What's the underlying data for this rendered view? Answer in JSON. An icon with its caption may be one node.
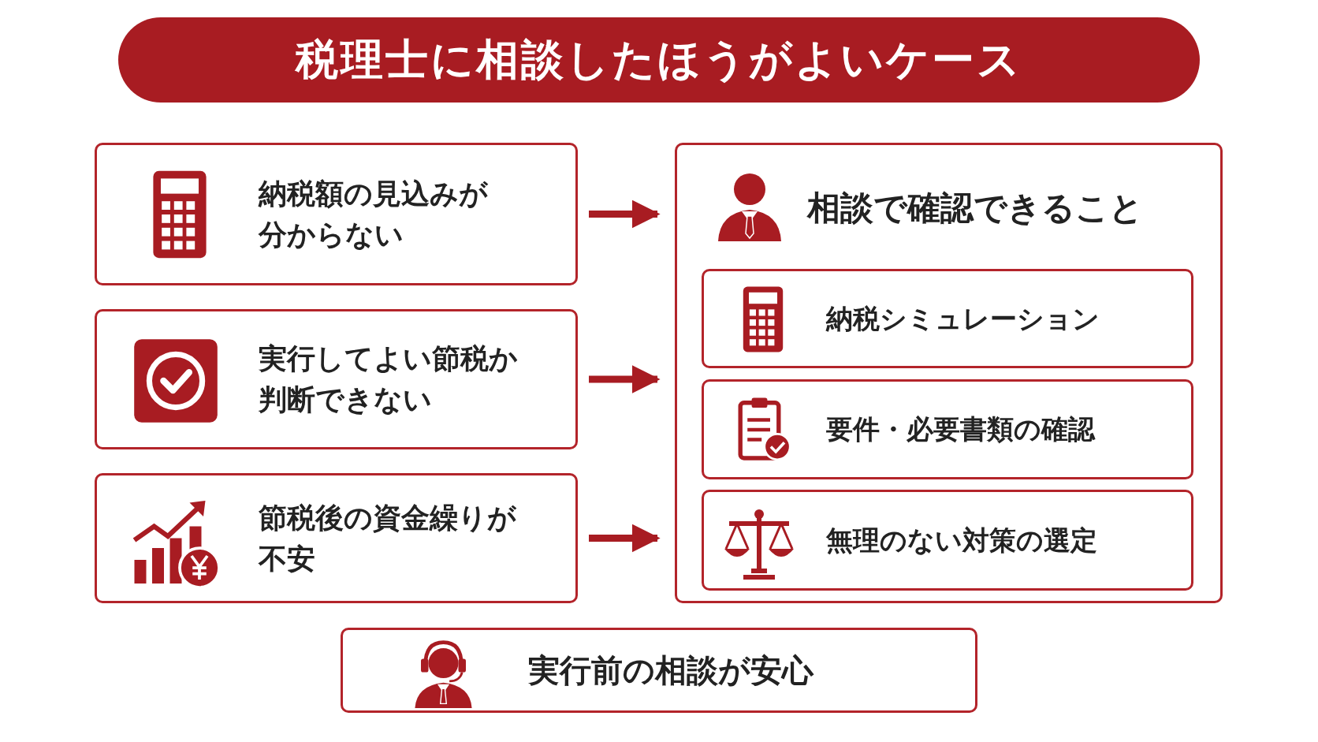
{
  "diagram": {
    "title": "税理士に相談したほうがよいケース",
    "nodes": [
      {
        "text": [
          "納税額の見込みが分からない"
        ]
      },
      {
        "text": [
          "実行してよい節税か判断できない"
        ]
      },
      {
        "text": [
          "節税後の資金繰りが不安"
        ]
      },
      {
        "text": [
          "相談で確認できること"
        ]
      },
      {
        "text": [
          "納税シミュレーション"
        ],
        "in": 3
      },
      {
        "text": [
          "要件・必要書類の確認"
        ],
        "in": 3
      },
      {
        "text": [
          "無理のない対策の選定"
        ],
        "in": 3
      },
      {
        "text": [
          "実行前の相談が安心"
        ]
      }
    ],
    "edges": [
      {
        "from": 0,
        "to": 3,
        "arrow": "to"
      },
      {
        "from": 1,
        "to": 3,
        "arrow": "to"
      },
      {
        "from": 2,
        "to": 3,
        "arrow": "to"
      }
    ]
  }
}
